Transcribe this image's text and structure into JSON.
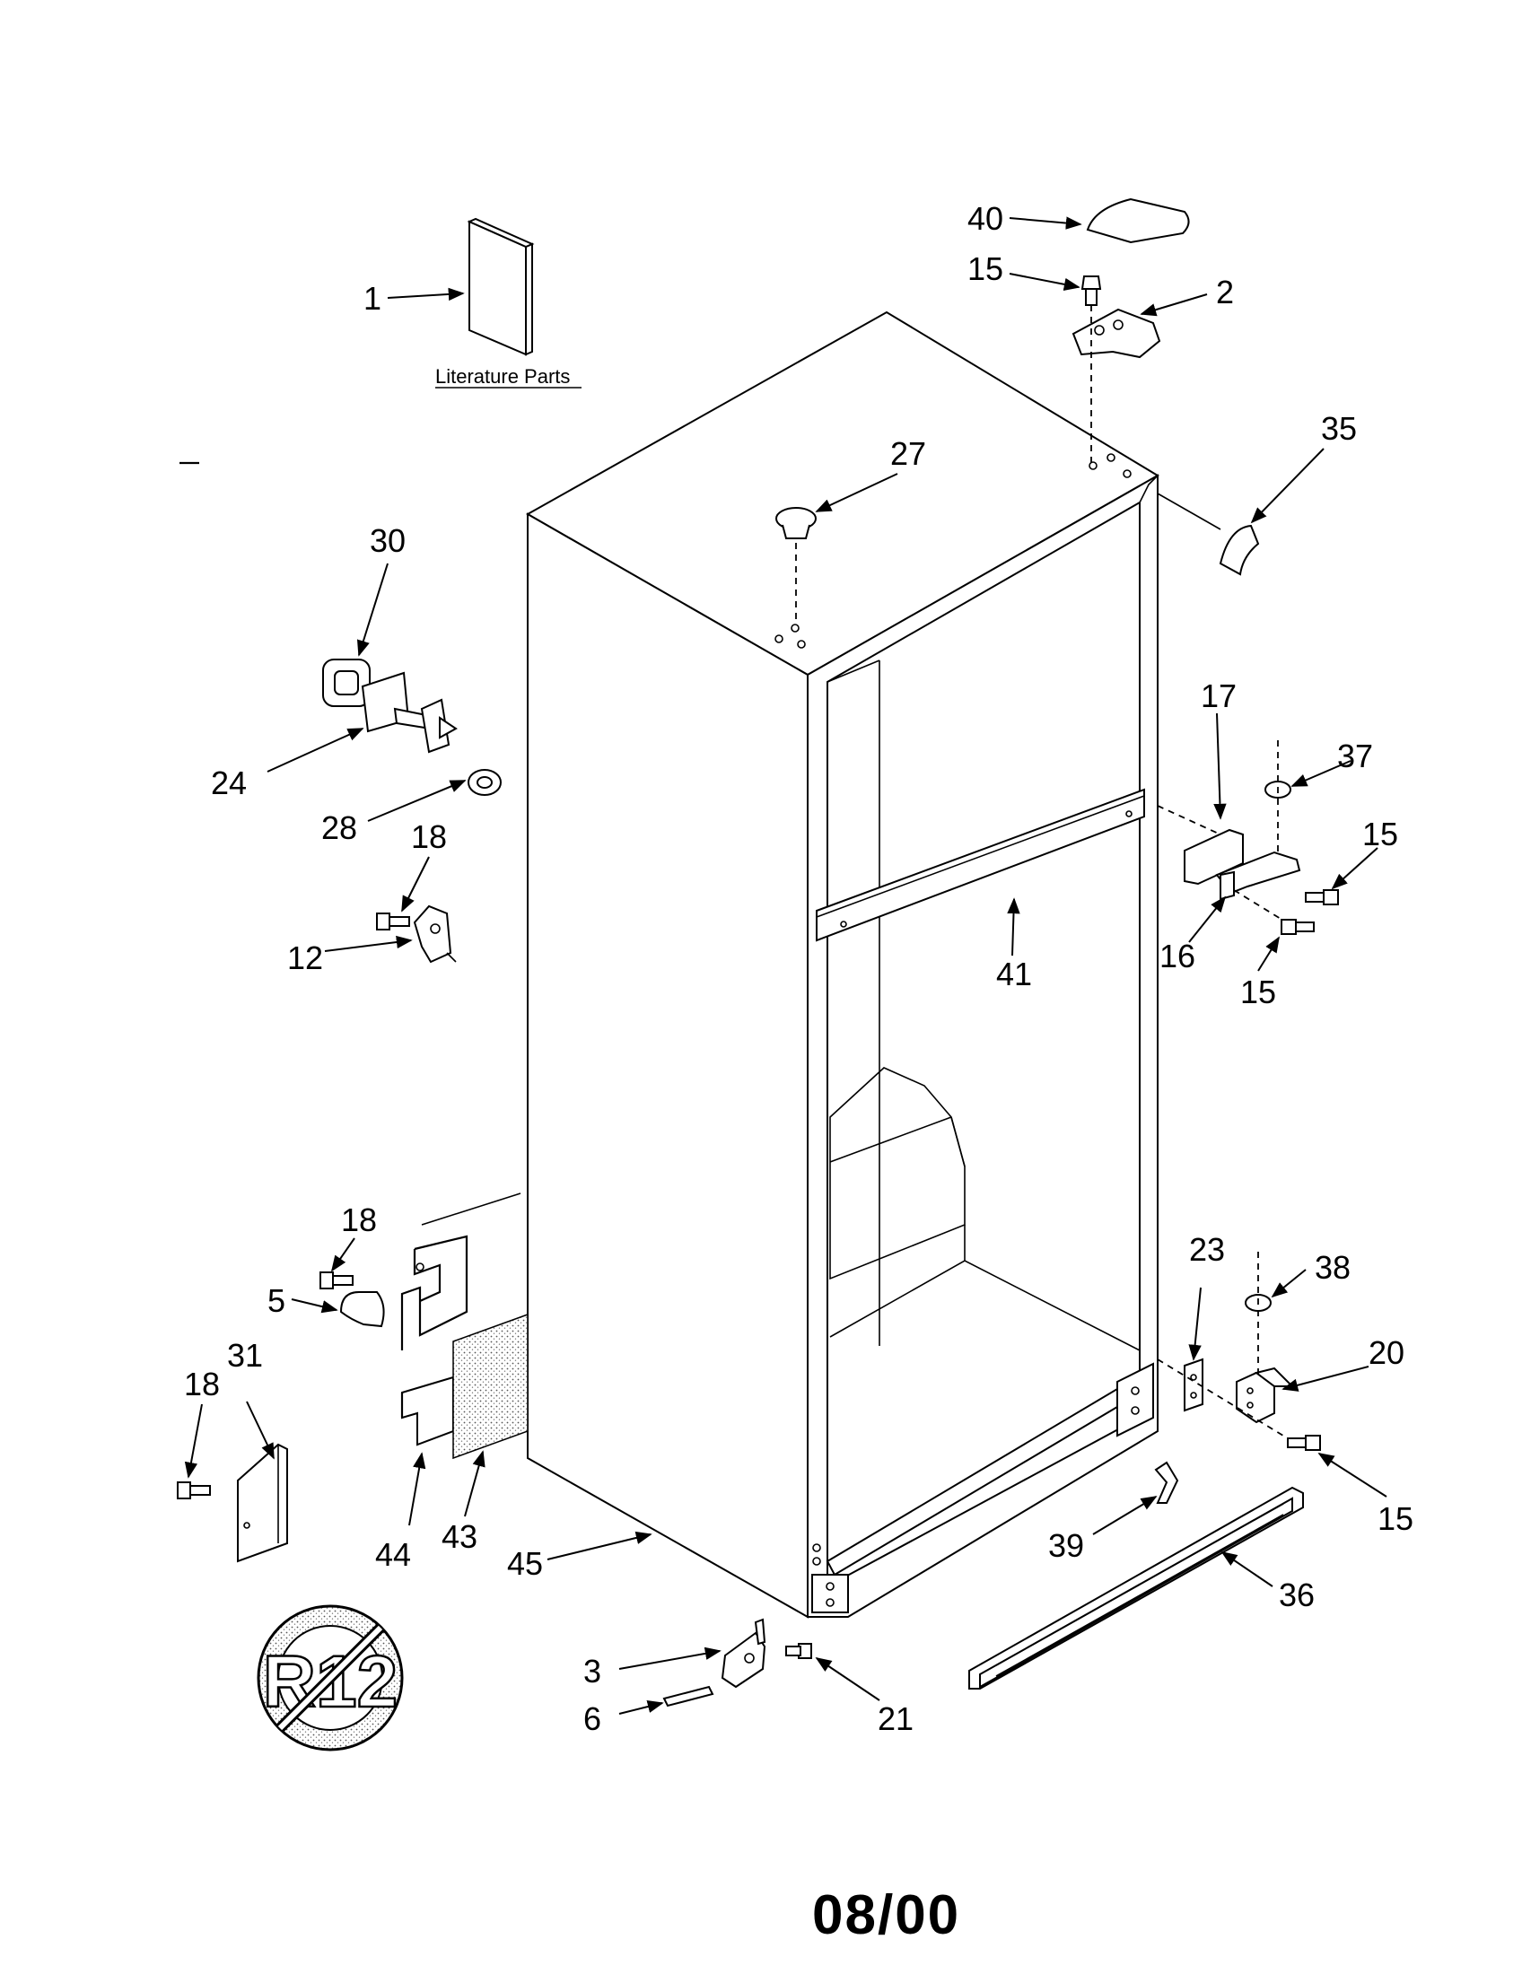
{
  "literature": {
    "caption": "Literature Parts"
  },
  "callouts": {
    "c1": "1",
    "c40": "40",
    "c15a": "15",
    "c2": "2",
    "c35": "35",
    "c27": "27",
    "c30": "30",
    "c24": "24",
    "c28": "28",
    "c18a": "18",
    "c12": "12",
    "c17": "17",
    "c37": "37",
    "c15b": "15",
    "c16": "16",
    "c15c": "15",
    "c41": "41",
    "c18b": "18",
    "c5": "5",
    "c18c": "18",
    "c31": "31",
    "c44": "44",
    "c43": "43",
    "c45": "45",
    "c23": "23",
    "c38": "38",
    "c20": "20",
    "c15d": "15",
    "c39": "39",
    "c36": "36",
    "c3": "3",
    "c6": "6",
    "c21": "21"
  },
  "logo": {
    "text": "R12"
  },
  "footer": {
    "date": "08/00"
  },
  "icons": {
    "no_r12": "prohibition-sign-icon"
  },
  "colors": {
    "ink": "#000000",
    "paper": "#ffffff",
    "stipple": "#d9d9d9"
  }
}
